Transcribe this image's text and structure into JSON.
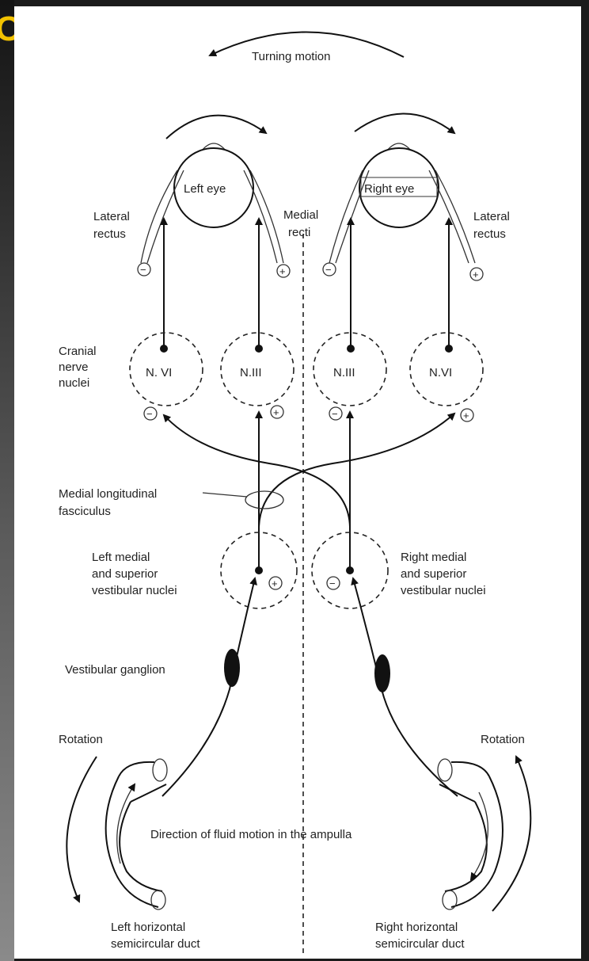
{
  "labels": {
    "turning_motion": "Turning motion",
    "left_eye": "Left eye",
    "right_eye": "Right eye",
    "lateral_rectus_left": [
      "Lateral",
      "rectus"
    ],
    "medial_recti": [
      "Medial",
      "recti"
    ],
    "lateral_rectus_right": [
      "Lateral",
      "rectus"
    ],
    "cranial_nerve_nuclei": [
      "Cranial",
      "nerve",
      "nuclei"
    ],
    "nuclei": [
      "N. VI",
      "N.III",
      "N.III",
      "N.VI"
    ],
    "mlf": [
      "Medial longitudinal",
      "fasciculus"
    ],
    "left_vestibular": [
      "Left medial",
      "and superior",
      "vestibular nuclei"
    ],
    "right_vestibular": [
      "Right medial",
      "and superior",
      "vestibular nuclei"
    ],
    "vestibular_ganglion": "Vestibular ganglion",
    "rotation_left": "Rotation",
    "rotation_right": "Rotation",
    "fluid_motion": "Direction of fluid motion in the ampulla",
    "left_duct": [
      "Left horizontal",
      "semicircular duct"
    ],
    "right_duct": [
      "Right horizontal",
      "semicircular duct"
    ],
    "minus": "−",
    "plus": "+"
  },
  "corner_glyph": "O",
  "colors": {
    "ink": "#111111",
    "panel": "#ffffff",
    "frame": "#1b1b1b",
    "accent": "#f2c200"
  }
}
